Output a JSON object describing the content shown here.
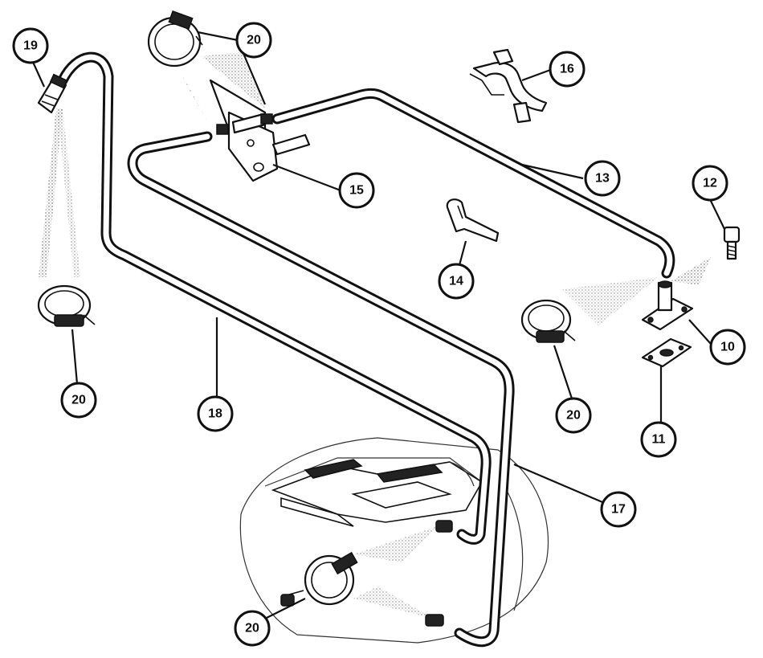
{
  "callouts": [
    {
      "id": "19",
      "label": "19"
    },
    {
      "id": "20a",
      "label": "20"
    },
    {
      "id": "16",
      "label": "16"
    },
    {
      "id": "15",
      "label": "15"
    },
    {
      "id": "13",
      "label": "13"
    },
    {
      "id": "12",
      "label": "12"
    },
    {
      "id": "14",
      "label": "14"
    },
    {
      "id": "10",
      "label": "10"
    },
    {
      "id": "20b",
      "label": "20"
    },
    {
      "id": "20c",
      "label": "20"
    },
    {
      "id": "18",
      "label": "18"
    },
    {
      "id": "11",
      "label": "11"
    },
    {
      "id": "17",
      "label": "17"
    },
    {
      "id": "20d",
      "label": "20"
    }
  ]
}
